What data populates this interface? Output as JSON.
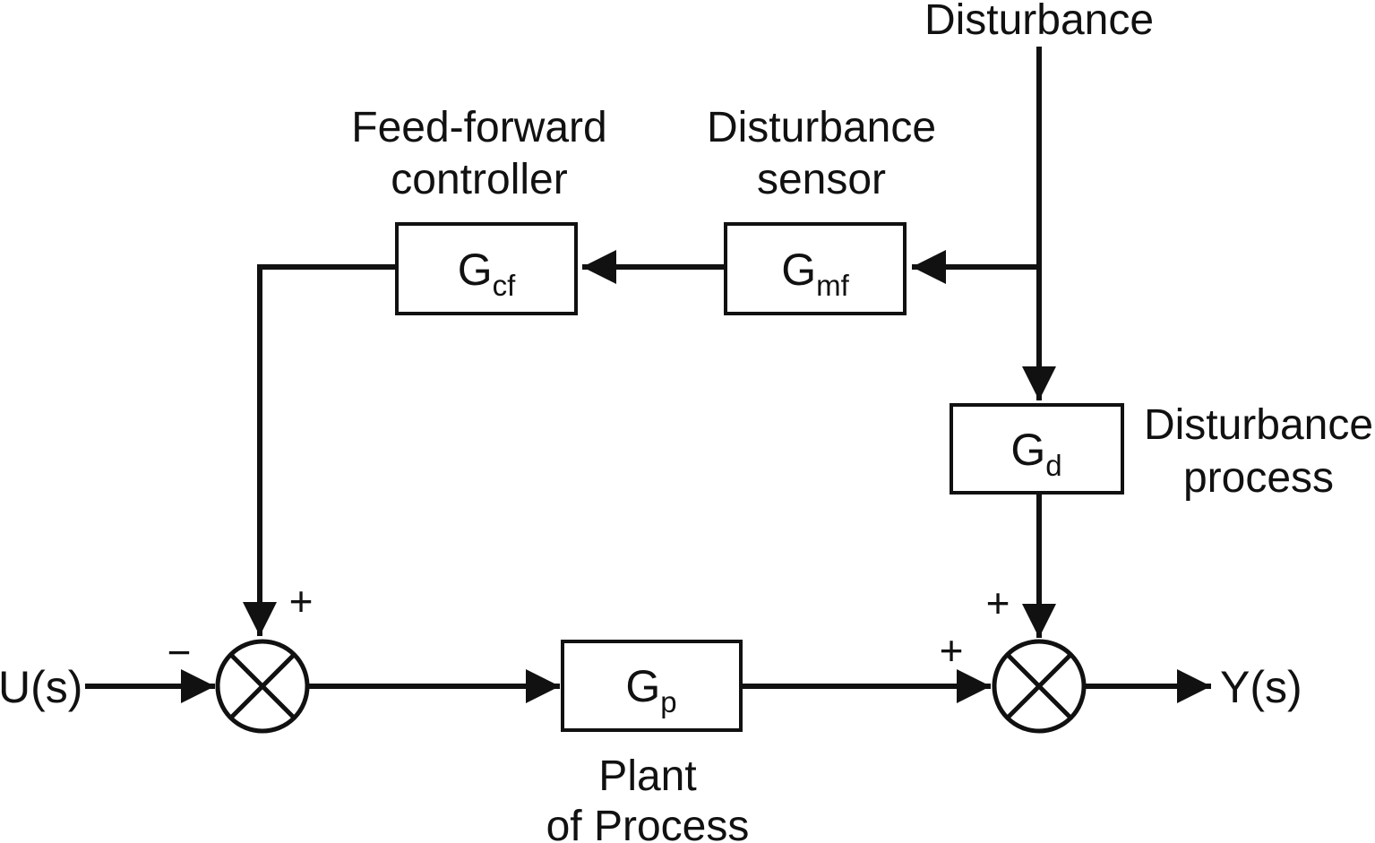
{
  "colors": {
    "ink": "#111111",
    "background": "#ffffff"
  },
  "labels": {
    "disturbance_source": "Disturbance",
    "input_signal": "U(s)",
    "output_signal": "Y(s)"
  },
  "blocks": {
    "feedforward_controller": {
      "symbol": "G",
      "subscript": "cf",
      "caption_line1": "Feed-forward",
      "caption_line2": "controller"
    },
    "disturbance_sensor": {
      "symbol": "G",
      "subscript": "mf",
      "caption_line1": "Disturbance",
      "caption_line2": "sensor"
    },
    "disturbance_process": {
      "symbol": "G",
      "subscript": "d",
      "caption_line1": "Disturbance",
      "caption_line2": "process"
    },
    "plant": {
      "symbol": "G",
      "subscript": "p",
      "caption_line1": "Plant",
      "caption_line2": "of Process"
    }
  },
  "signs": {
    "left_junction_top": "+",
    "left_junction_input": "−",
    "right_junction_top": "+",
    "right_junction_input": "+"
  }
}
